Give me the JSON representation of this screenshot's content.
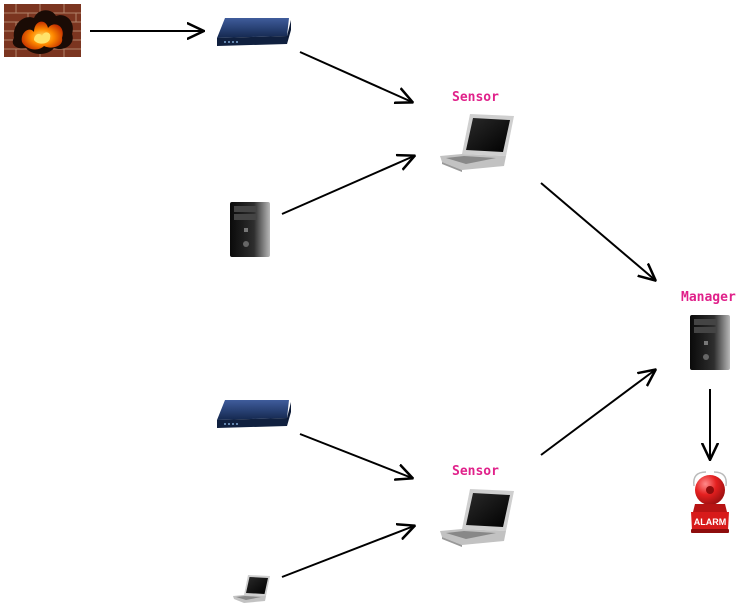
{
  "colors": {
    "label": "#e0218a",
    "edge": "#000000",
    "router_body": "#1d3566",
    "laptop_body": "#d8d8d8",
    "tower_body": "#1a1a1a",
    "alarm_red": "#d81b1b",
    "fire": "#ff7a00",
    "brick": "#8a3d22"
  },
  "nodes": {
    "firewall": {
      "icon": "firewall-icon"
    },
    "router_top": {
      "icon": "router-icon"
    },
    "sensor_top": {
      "icon": "laptop-icon",
      "label": "Sensor"
    },
    "server_top": {
      "icon": "server-tower-icon"
    },
    "manager": {
      "icon": "server-tower-icon",
      "label": "Manager"
    },
    "router_bottom": {
      "icon": "router-icon"
    },
    "sensor_bottom": {
      "icon": "laptop-icon",
      "label": "Sensor"
    },
    "laptop_small": {
      "icon": "laptop-icon"
    },
    "alarm": {
      "icon": "alarm-bell-icon",
      "label": "ALARM"
    }
  },
  "edges": [
    {
      "from": "firewall",
      "to": "router_top"
    },
    {
      "from": "router_top",
      "to": "sensor_top"
    },
    {
      "from": "server_top",
      "to": "sensor_top"
    },
    {
      "from": "sensor_top",
      "to": "manager"
    },
    {
      "from": "router_bottom",
      "to": "sensor_bottom"
    },
    {
      "from": "laptop_small",
      "to": "sensor_bottom"
    },
    {
      "from": "sensor_bottom",
      "to": "manager"
    },
    {
      "from": "manager",
      "to": "alarm"
    }
  ]
}
